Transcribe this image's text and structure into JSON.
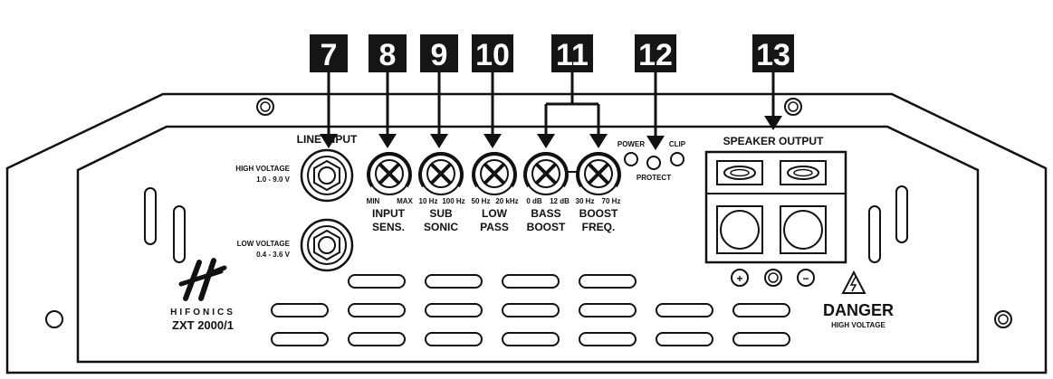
{
  "callouts": [
    "7",
    "8",
    "9",
    "10",
    "11",
    "12",
    "13"
  ],
  "line_input": {
    "title": "LINE INPUT",
    "high_voltage": "HIGH VOLTAGE",
    "high_range": "1.0 - 9.0 V",
    "low_voltage": "LOW VOLTAGE",
    "low_range": "0.4 - 3.6 V"
  },
  "knobs": [
    {
      "min": "MIN",
      "max": "MAX",
      "line1": "INPUT",
      "line2": "SENS."
    },
    {
      "min": "10 Hz",
      "max": "100 Hz",
      "line1": "SUB",
      "line2": "SONIC"
    },
    {
      "min": "50 Hz",
      "max": "20 kHz",
      "line1": "LOW",
      "line2": "PASS"
    },
    {
      "min": "0 dB",
      "max": "12 dB",
      "line1": "BASS",
      "line2": "BOOST"
    },
    {
      "min": "30 Hz",
      "max": "70 Hz",
      "line1": "BOOST",
      "line2": "FREQ."
    }
  ],
  "leds": {
    "power": "POWER",
    "protect": "PROTECT",
    "clip": "CLIP"
  },
  "speaker_output": {
    "title": "SPEAKER OUTPUT",
    "plus": "+",
    "minus": "−"
  },
  "brand": {
    "name": "HIFONICS",
    "model": "ZXT 2000/1"
  },
  "warning": {
    "title": "DANGER",
    "subtitle": "HIGH VOLTAGE"
  }
}
